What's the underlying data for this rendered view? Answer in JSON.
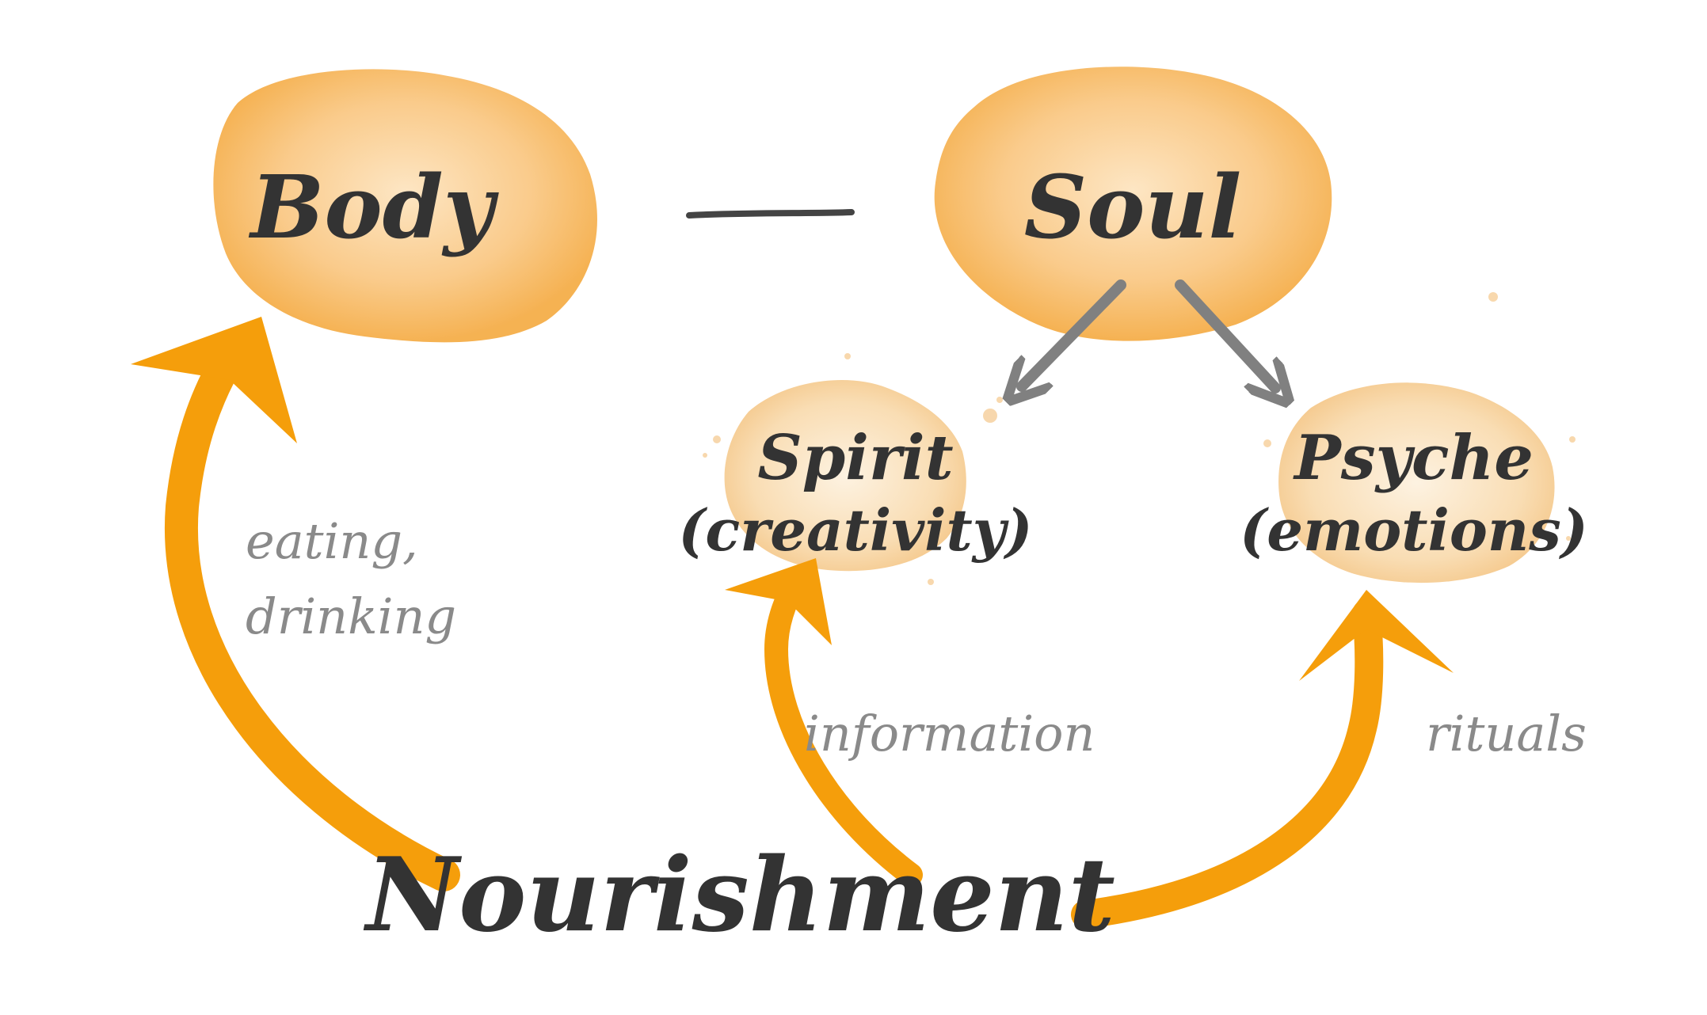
{
  "nodes": {
    "body": "Body",
    "soul": "Soul",
    "spirit": [
      "Spirit",
      "(creativity)"
    ],
    "psyche": [
      "Psyche",
      "(emotions)"
    ],
    "nourishment": "Nourishment"
  },
  "edge_labels": {
    "body": [
      "eating,",
      "drinking"
    ],
    "spirit": "information",
    "psyche": "rituals"
  },
  "colors": {
    "accent": "#F59E0B",
    "blob": "#F8B860",
    "connector": "#808080",
    "node_text": "#333333",
    "edge_text": "#8a8a8a"
  }
}
